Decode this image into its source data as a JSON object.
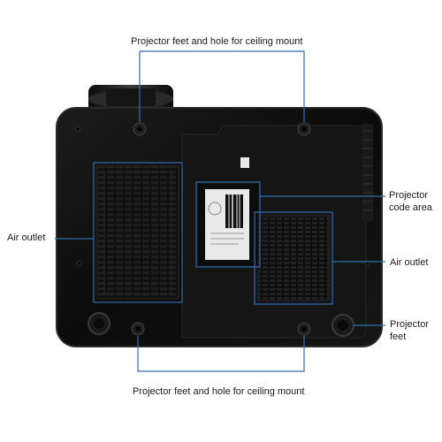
{
  "callouts": {
    "top_feet": "Projector feet and hole for ceiling mount",
    "bottom_feet": "Projector feet and hole for ceiling mount",
    "air_outlet_left": "Air outlet",
    "air_outlet_right": "Air outlet",
    "code_area_line1": "Projector",
    "code_area_line2": "code area",
    "feet_line1": "Projector",
    "feet_line2": "feet"
  },
  "colors": {
    "callout_line": "#2f6db5",
    "body": "#111111",
    "body_edge": "#2a2a2a",
    "vent": "#1b1b1b",
    "label_sticker": "#e9e9e9"
  }
}
